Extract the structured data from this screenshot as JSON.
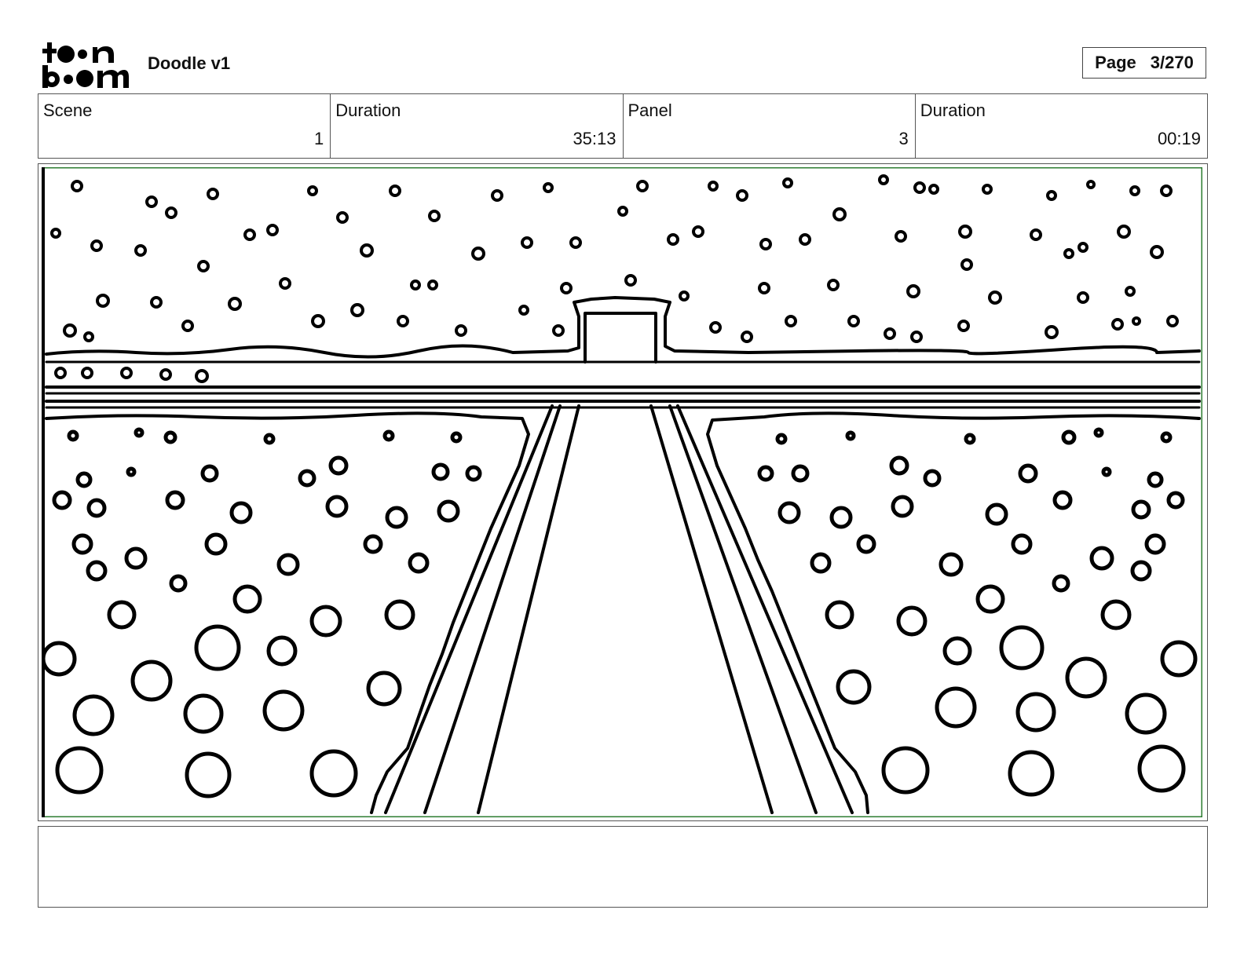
{
  "header": {
    "logo_lines": [
      "toon",
      "boom"
    ],
    "project_title": "Doodle v1",
    "page_label": "Page",
    "page_value": "3/270"
  },
  "info": {
    "scene_label": "Scene",
    "scene_value": "1",
    "scene_duration_label": "Duration",
    "scene_duration_value": "35:13",
    "panel_label": "Panel",
    "panel_value": "3",
    "panel_duration_label": "Duration",
    "panel_duration_value": "00:19"
  },
  "notes": {
    "text": ""
  },
  "colors": {
    "frame_border": "#2e7d32",
    "line": "#000000"
  }
}
